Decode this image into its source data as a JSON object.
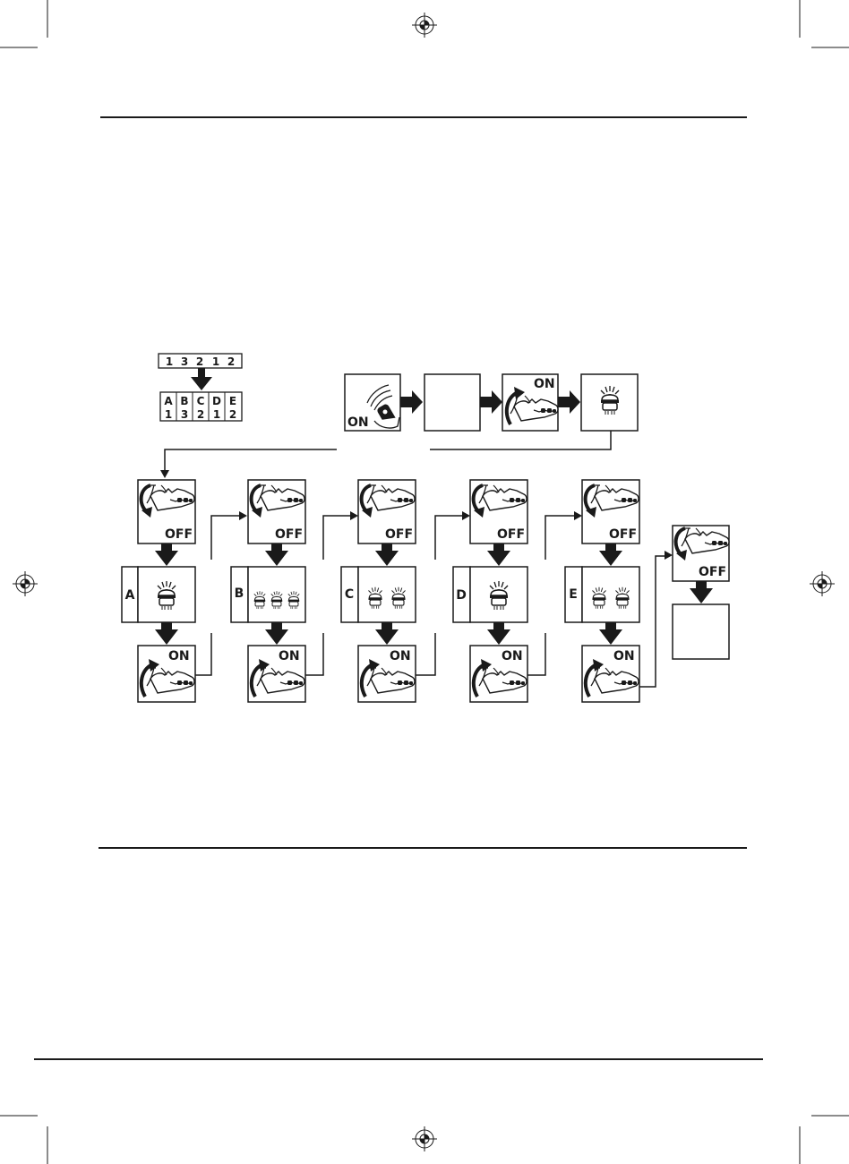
{
  "code_strip": {
    "sequence": [
      "1",
      "3",
      "2",
      "1",
      "2"
    ],
    "cells": [
      {
        "letter": "A",
        "digit": "1"
      },
      {
        "letter": "B",
        "digit": "3"
      },
      {
        "letter": "C",
        "digit": "2"
      },
      {
        "letter": "D",
        "digit": "1"
      },
      {
        "letter": "E",
        "digit": "2"
      }
    ]
  },
  "top_row": {
    "remote_label": "ON",
    "switch_on_label": "ON"
  },
  "columns": [
    {
      "off_label": "OFF",
      "letter": "A",
      "flashes": 1,
      "on_label": "ON"
    },
    {
      "off_label": "OFF",
      "letter": "B",
      "flashes": 3,
      "on_label": "ON"
    },
    {
      "off_label": "OFF",
      "letter": "C",
      "flashes": 2,
      "on_label": "ON"
    },
    {
      "off_label": "OFF",
      "letter": "D",
      "flashes": 1,
      "on_label": "ON"
    },
    {
      "off_label": "OFF",
      "letter": "E",
      "flashes": 2,
      "on_label": "ON"
    }
  ],
  "final": {
    "off_label": "OFF"
  },
  "colors": {
    "ink": "#1a1a1a",
    "paper": "#ffffff"
  }
}
